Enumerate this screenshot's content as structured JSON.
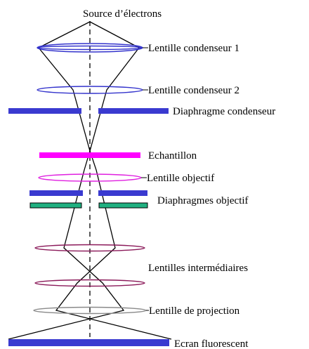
{
  "title": "Source d’électrons",
  "labels": {
    "condenser1": "Lentille condenseur 1",
    "condenser2": "Lentille condenseur 2",
    "condenser_aperture": "Diaphragme condenseur",
    "specimen": "Echantillon",
    "objective_lens": "Lentille objectif",
    "objective_apertures": "Diaphragmes objectif",
    "intermediate_lenses": "Lentilles intermédiaires",
    "projection_lens": "Lentille de projection",
    "screen": "Ecran fluorescent"
  },
  "colors": {
    "condenser_lens": "#3333cc",
    "aperture": "#3a3ad0",
    "specimen": "#ff00ff",
    "objective_lens": "#e020e0",
    "objective_aperture_fill": "#20b080",
    "intermediate_lens": "#8b1a5a",
    "projection_lens": "#8a8a8a",
    "rays": "#000000"
  }
}
